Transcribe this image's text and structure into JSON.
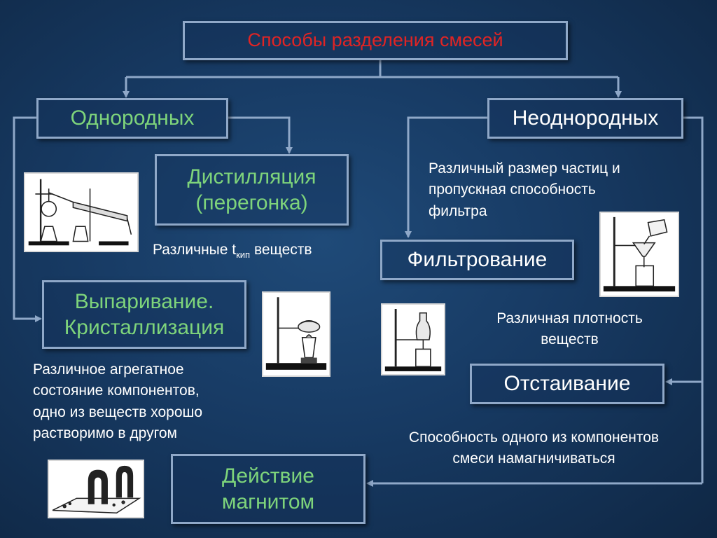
{
  "colors": {
    "background": "#173a63",
    "box_border": "#8fa8c8",
    "connector": "#8fa8c8",
    "title_text": "#e02424",
    "category_text": "#7ed47b",
    "note_text": "#ffffff"
  },
  "title": "Способы разделения смесей",
  "categories": {
    "homogeneous": "Однородных",
    "heterogeneous": "Неоднородных"
  },
  "methods": {
    "distillation": {
      "line1": "Дистилляция",
      "line2": "(перегонка)"
    },
    "evaporation": {
      "line1": "Выпаривание.",
      "line2": "Кристаллизация"
    },
    "filtration": "Фильтрование",
    "settling": "Отстаивание",
    "magnet": {
      "line1": "Действие",
      "line2": "магнитом"
    }
  },
  "notes": {
    "distillation": {
      "prefix": "Различные t",
      "subscript": "кип",
      "suffix": " веществ"
    },
    "evaporation": [
      "Различное агрегатное",
      "состояние компонентов,",
      "одно из веществ хорошо",
      "растворимо в другом"
    ],
    "filtration": [
      "Различный размер частиц и",
      "пропускная способность",
      "фильтра"
    ],
    "settling": [
      "Различная плотность",
      "веществ"
    ],
    "magnet": [
      "Способность одного из компонентов",
      "смеси намагничиваться"
    ]
  },
  "icons": {
    "distillation": "distillation-apparatus-icon",
    "evaporation": "evaporating-dish-on-burner-icon",
    "filtration": "funnel-filter-stand-icon",
    "settling": "separatory-funnel-stand-icon",
    "magnet": "horseshoe-magnets-icon"
  }
}
